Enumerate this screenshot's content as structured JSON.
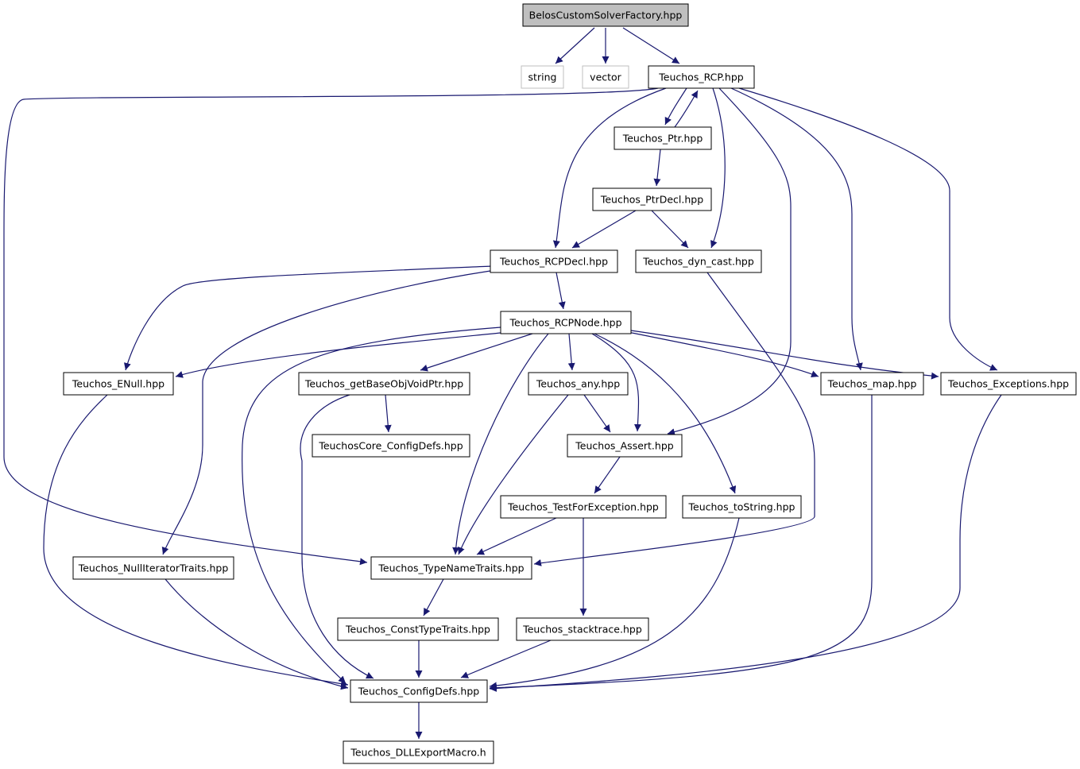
{
  "colors": {
    "edge": "#191970",
    "node_border": "#000000",
    "root_fill": "#bfbfbf",
    "external_border": "#bfbfbf",
    "background": "#ffffff"
  },
  "graph": {
    "nodes": [
      {
        "id": "root",
        "label": "BelosCustomSolverFactory.hpp",
        "kind": "root"
      },
      {
        "id": "string",
        "label": "string",
        "kind": "external"
      },
      {
        "id": "vector",
        "label": "vector",
        "kind": "external"
      },
      {
        "id": "rcp",
        "label": "Teuchos_RCP.hpp",
        "kind": "normal"
      },
      {
        "id": "ptr",
        "label": "Teuchos_Ptr.hpp",
        "kind": "normal"
      },
      {
        "id": "ptrdecl",
        "label": "Teuchos_PtrDecl.hpp",
        "kind": "normal"
      },
      {
        "id": "rcpdecl",
        "label": "Teuchos_RCPDecl.hpp",
        "kind": "normal"
      },
      {
        "id": "dyncast",
        "label": "Teuchos_dyn_cast.hpp",
        "kind": "normal"
      },
      {
        "id": "rcpnode",
        "label": "Teuchos_RCPNode.hpp",
        "kind": "normal"
      },
      {
        "id": "enull",
        "label": "Teuchos_ENull.hpp",
        "kind": "normal"
      },
      {
        "id": "getbase",
        "label": "Teuchos_getBaseObjVoidPtr.hpp",
        "kind": "normal"
      },
      {
        "id": "any",
        "label": "Teuchos_any.hpp",
        "kind": "normal"
      },
      {
        "id": "map",
        "label": "Teuchos_map.hpp",
        "kind": "normal"
      },
      {
        "id": "exceptions",
        "label": "Teuchos_Exceptions.hpp",
        "kind": "normal"
      },
      {
        "id": "coreconfig",
        "label": "TeuchosCore_ConfigDefs.hpp",
        "kind": "normal"
      },
      {
        "id": "assert",
        "label": "Teuchos_Assert.hpp",
        "kind": "normal"
      },
      {
        "id": "testforexc",
        "label": "Teuchos_TestForException.hpp",
        "kind": "normal"
      },
      {
        "id": "tostring",
        "label": "Teuchos_toString.hpp",
        "kind": "normal"
      },
      {
        "id": "nulliter",
        "label": "Teuchos_NullIteratorTraits.hpp",
        "kind": "normal"
      },
      {
        "id": "typename",
        "label": "Teuchos_TypeNameTraits.hpp",
        "kind": "normal"
      },
      {
        "id": "consttype",
        "label": "Teuchos_ConstTypeTraits.hpp",
        "kind": "normal"
      },
      {
        "id": "stacktrace",
        "label": "Teuchos_stacktrace.hpp",
        "kind": "normal"
      },
      {
        "id": "configdefs",
        "label": "Teuchos_ConfigDefs.hpp",
        "kind": "normal"
      },
      {
        "id": "dllexport",
        "label": "Teuchos_DLLExportMacro.h",
        "kind": "normal"
      }
    ],
    "edges": [
      {
        "from": "root",
        "to": "string"
      },
      {
        "from": "root",
        "to": "vector"
      },
      {
        "from": "root",
        "to": "rcp"
      },
      {
        "from": "rcp",
        "to": "typename"
      },
      {
        "from": "rcp",
        "to": "rcpdecl"
      },
      {
        "from": "rcp",
        "to": "ptr"
      },
      {
        "from": "ptr",
        "to": "rcp"
      },
      {
        "from": "rcp",
        "to": "dyncast"
      },
      {
        "from": "rcp",
        "to": "assert"
      },
      {
        "from": "rcp",
        "to": "map"
      },
      {
        "from": "rcp",
        "to": "exceptions"
      },
      {
        "from": "ptr",
        "to": "ptrdecl"
      },
      {
        "from": "ptrdecl",
        "to": "rcpdecl"
      },
      {
        "from": "ptrdecl",
        "to": "dyncast"
      },
      {
        "from": "rcpdecl",
        "to": "rcpnode"
      },
      {
        "from": "rcpdecl",
        "to": "enull"
      },
      {
        "from": "rcpdecl",
        "to": "nulliter"
      },
      {
        "from": "dyncast",
        "to": "typename"
      },
      {
        "from": "rcpnode",
        "to": "enull"
      },
      {
        "from": "rcpnode",
        "to": "getbase"
      },
      {
        "from": "rcpnode",
        "to": "any"
      },
      {
        "from": "rcpnode",
        "to": "assert"
      },
      {
        "from": "rcpnode",
        "to": "map"
      },
      {
        "from": "rcpnode",
        "to": "exceptions"
      },
      {
        "from": "rcpnode",
        "to": "typename"
      },
      {
        "from": "rcpnode",
        "to": "tostring"
      },
      {
        "from": "rcpnode",
        "to": "configdefs"
      },
      {
        "from": "enull",
        "to": "configdefs"
      },
      {
        "from": "getbase",
        "to": "coreconfig"
      },
      {
        "from": "getbase",
        "to": "configdefs"
      },
      {
        "from": "any",
        "to": "assert"
      },
      {
        "from": "any",
        "to": "typename"
      },
      {
        "from": "assert",
        "to": "testforexc"
      },
      {
        "from": "testforexc",
        "to": "typename"
      },
      {
        "from": "testforexc",
        "to": "stacktrace"
      },
      {
        "from": "tostring",
        "to": "configdefs"
      },
      {
        "from": "map",
        "to": "configdefs"
      },
      {
        "from": "exceptions",
        "to": "configdefs"
      },
      {
        "from": "nulliter",
        "to": "configdefs"
      },
      {
        "from": "typename",
        "to": "consttype"
      },
      {
        "from": "consttype",
        "to": "configdefs"
      },
      {
        "from": "stacktrace",
        "to": "configdefs"
      },
      {
        "from": "configdefs",
        "to": "dllexport"
      }
    ]
  }
}
